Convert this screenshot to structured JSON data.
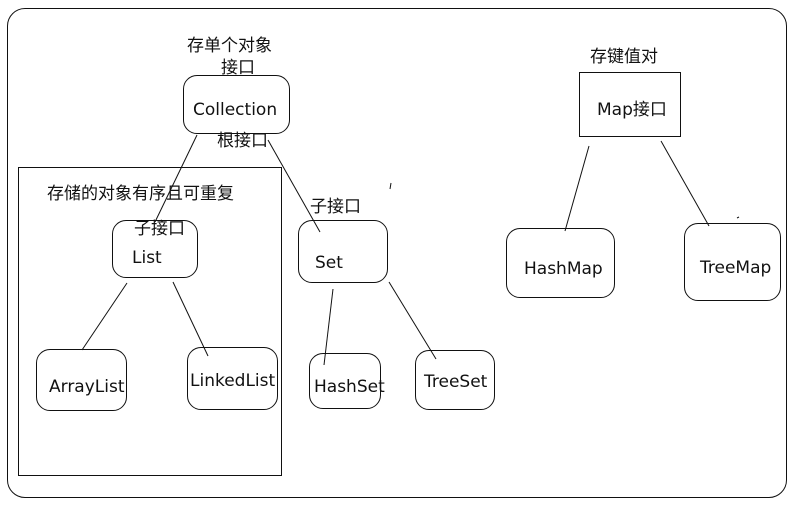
{
  "diagram": {
    "collection": {
      "caption_top_line1": "存单个对象",
      "caption_top_line2": "接口",
      "label": "Collection",
      "caption_bottom": "根接口"
    },
    "list_group": {
      "caption": "存储的对象有序且可重复",
      "list": {
        "caption": "子接口",
        "label": "List"
      },
      "children": [
        {
          "label": "ArrayList"
        },
        {
          "label": "LinkedList"
        }
      ]
    },
    "set": {
      "caption": "子接口",
      "label": "Set",
      "children": [
        {
          "label": "HashSet"
        },
        {
          "label": "TreeSet"
        }
      ]
    },
    "map": {
      "caption": "存键值对",
      "label": "Map接口",
      "children": [
        {
          "label": "HashMap"
        },
        {
          "label": "TreeMap"
        }
      ]
    },
    "edges": [
      {
        "from": "Collection",
        "to": "List"
      },
      {
        "from": "Collection",
        "to": "Set"
      },
      {
        "from": "List",
        "to": "ArrayList"
      },
      {
        "from": "List",
        "to": "LinkedList"
      },
      {
        "from": "Set",
        "to": "HashSet"
      },
      {
        "from": "Set",
        "to": "TreeSet"
      },
      {
        "from": "Map接口",
        "to": "HashMap"
      },
      {
        "from": "Map接口",
        "to": "TreeMap"
      }
    ]
  }
}
